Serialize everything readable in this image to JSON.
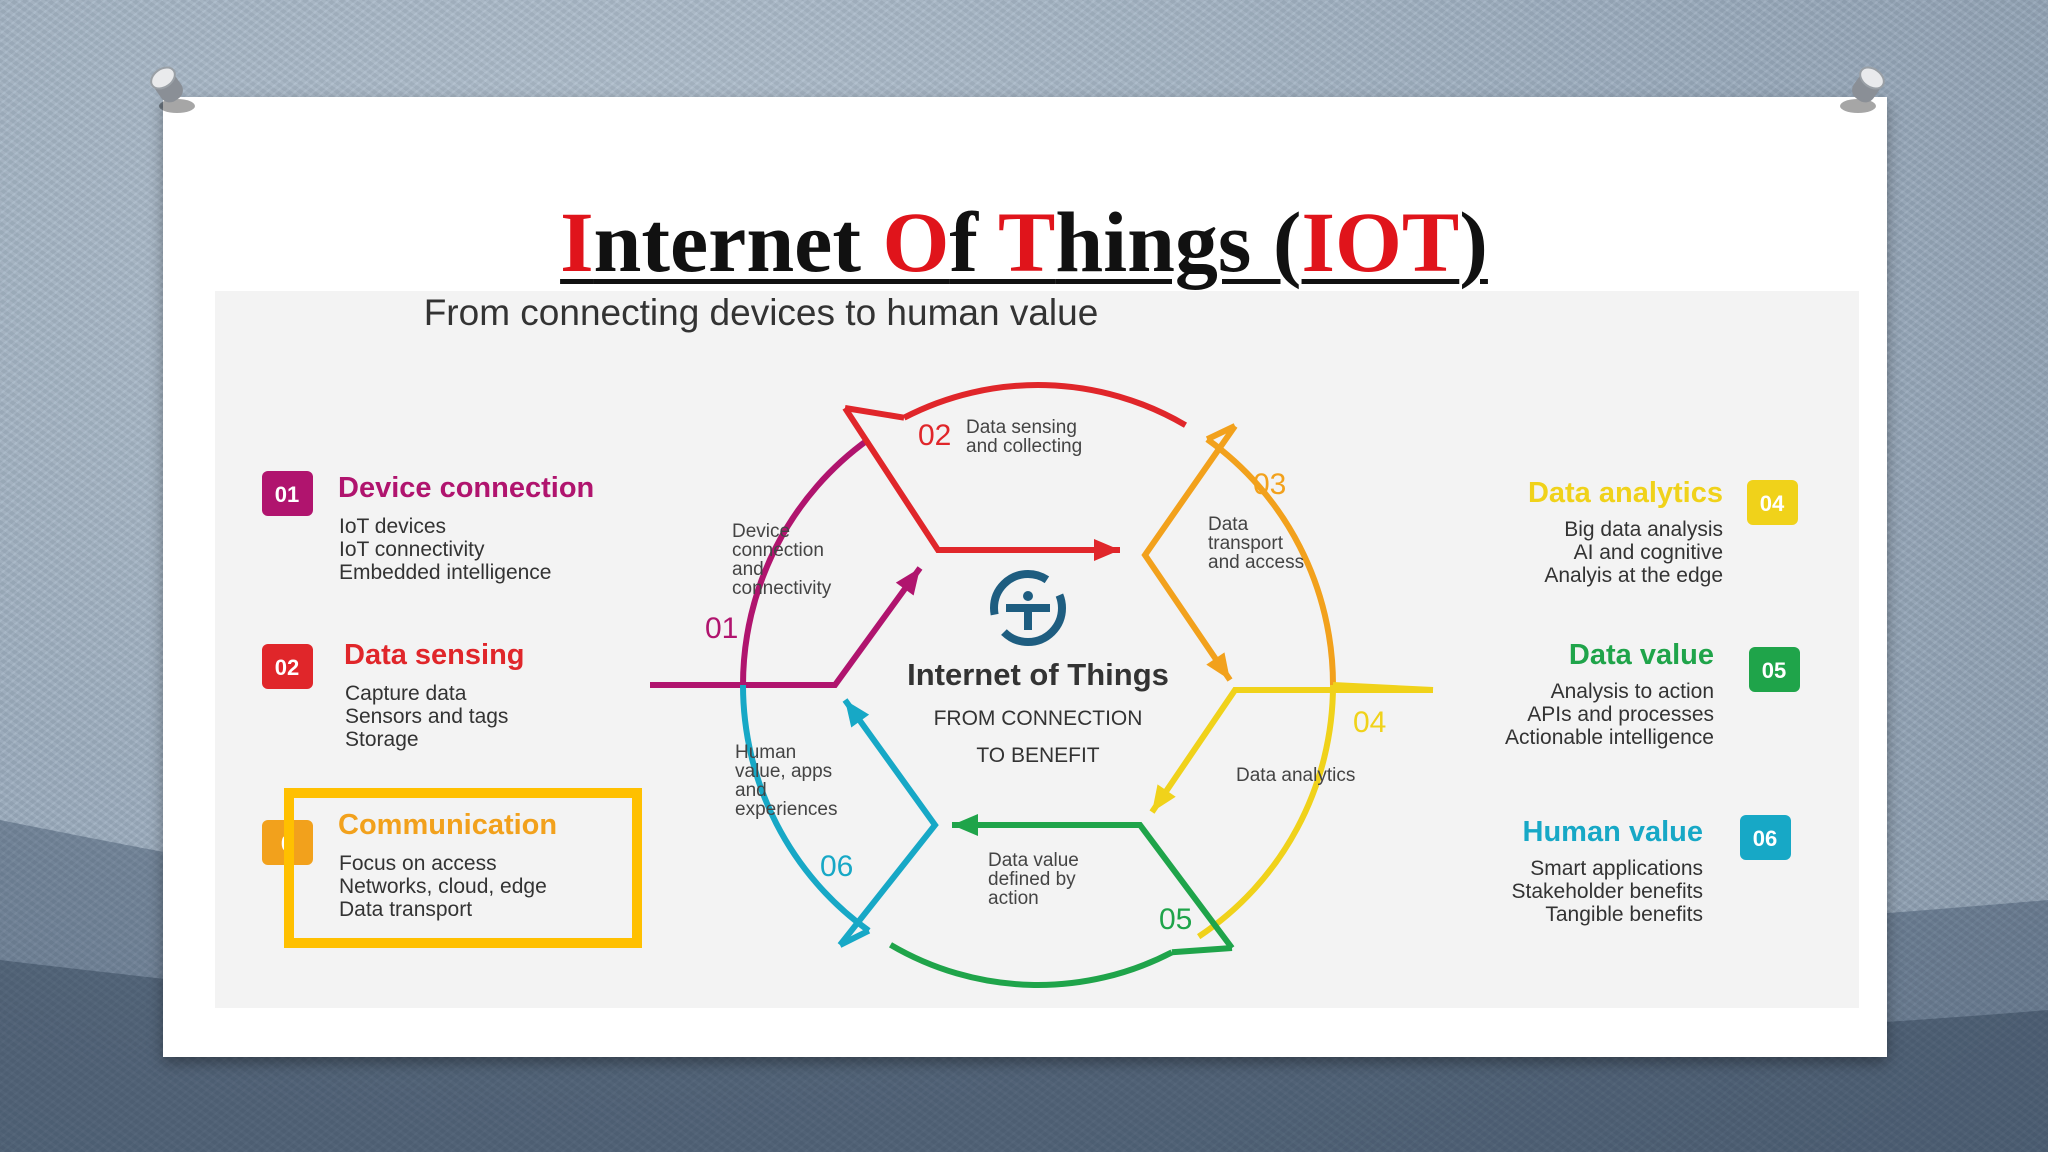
{
  "title": {
    "parts": [
      {
        "text": "I",
        "color": "#e0141b"
      },
      {
        "text": "nternet ",
        "color": "#111111"
      },
      {
        "text": "O",
        "color": "#e0141b"
      },
      {
        "text": "f ",
        "color": "#111111"
      },
      {
        "text": "T",
        "color": "#e0141b"
      },
      {
        "text": "hings (",
        "color": "#111111"
      },
      {
        "text": "IOT",
        "color": "#e0141b"
      },
      {
        "text": ")",
        "color": "#111111"
      }
    ]
  },
  "subtitle": "From connecting devices to human value",
  "center": {
    "heading": "Internet of Things",
    "line1": "FROM CONNECTION",
    "line2": "TO BENEFIT"
  },
  "ring": [
    {
      "num": "01",
      "color": "#b0146e",
      "lines": [
        "Device",
        "connection",
        "and",
        "connectivity"
      ]
    },
    {
      "num": "02",
      "color": "#e0262a",
      "lines": [
        "Data sensing",
        "and collecting"
      ]
    },
    {
      "num": "03",
      "color": "#f2a11c",
      "lines": [
        "Data",
        "transport",
        "and access"
      ]
    },
    {
      "num": "04",
      "color": "#f0d21a",
      "lines": [
        "Data analytics"
      ]
    },
    {
      "num": "05",
      "color": "#1fa44a",
      "lines": [
        "Data value",
        "defined by",
        "action"
      ]
    },
    {
      "num": "06",
      "color": "#17a8c6",
      "lines": [
        "Human",
        "value, apps",
        "and",
        "experiences"
      ]
    }
  ],
  "left_items": [
    {
      "badge": "01",
      "color": "#b0146e",
      "title": "Device connection",
      "lines": [
        "IoT devices",
        "IoT connectivity",
        "Embedded intelligence"
      ]
    },
    {
      "badge": "02",
      "color": "#e0262a",
      "title": "Data sensing",
      "lines": [
        "Capture data",
        "Sensors and tags",
        "Storage"
      ]
    },
    {
      "badge": "0",
      "color": "#f2a11c",
      "title": "Communication",
      "lines": [
        "Focus on access",
        "Networks, cloud, edge",
        "Data transport"
      ]
    }
  ],
  "right_items": [
    {
      "badge": "04",
      "color": "#f0d21a",
      "title": "Data analytics",
      "lines": [
        "Big data analysis",
        "AI and cognitive",
        "Analyis at the edge"
      ]
    },
    {
      "badge": "05",
      "color": "#1fa44a",
      "title": "Data value",
      "lines": [
        "Analysis to action",
        "APIs and processes",
        "Actionable intelligence"
      ]
    },
    {
      "badge": "06",
      "color": "#17a8c6",
      "title": "Human value",
      "lines": [
        "Smart applications",
        "Stakeholder benefits",
        "Tangible benefits"
      ]
    }
  ],
  "highlight_color": "#ffc000"
}
